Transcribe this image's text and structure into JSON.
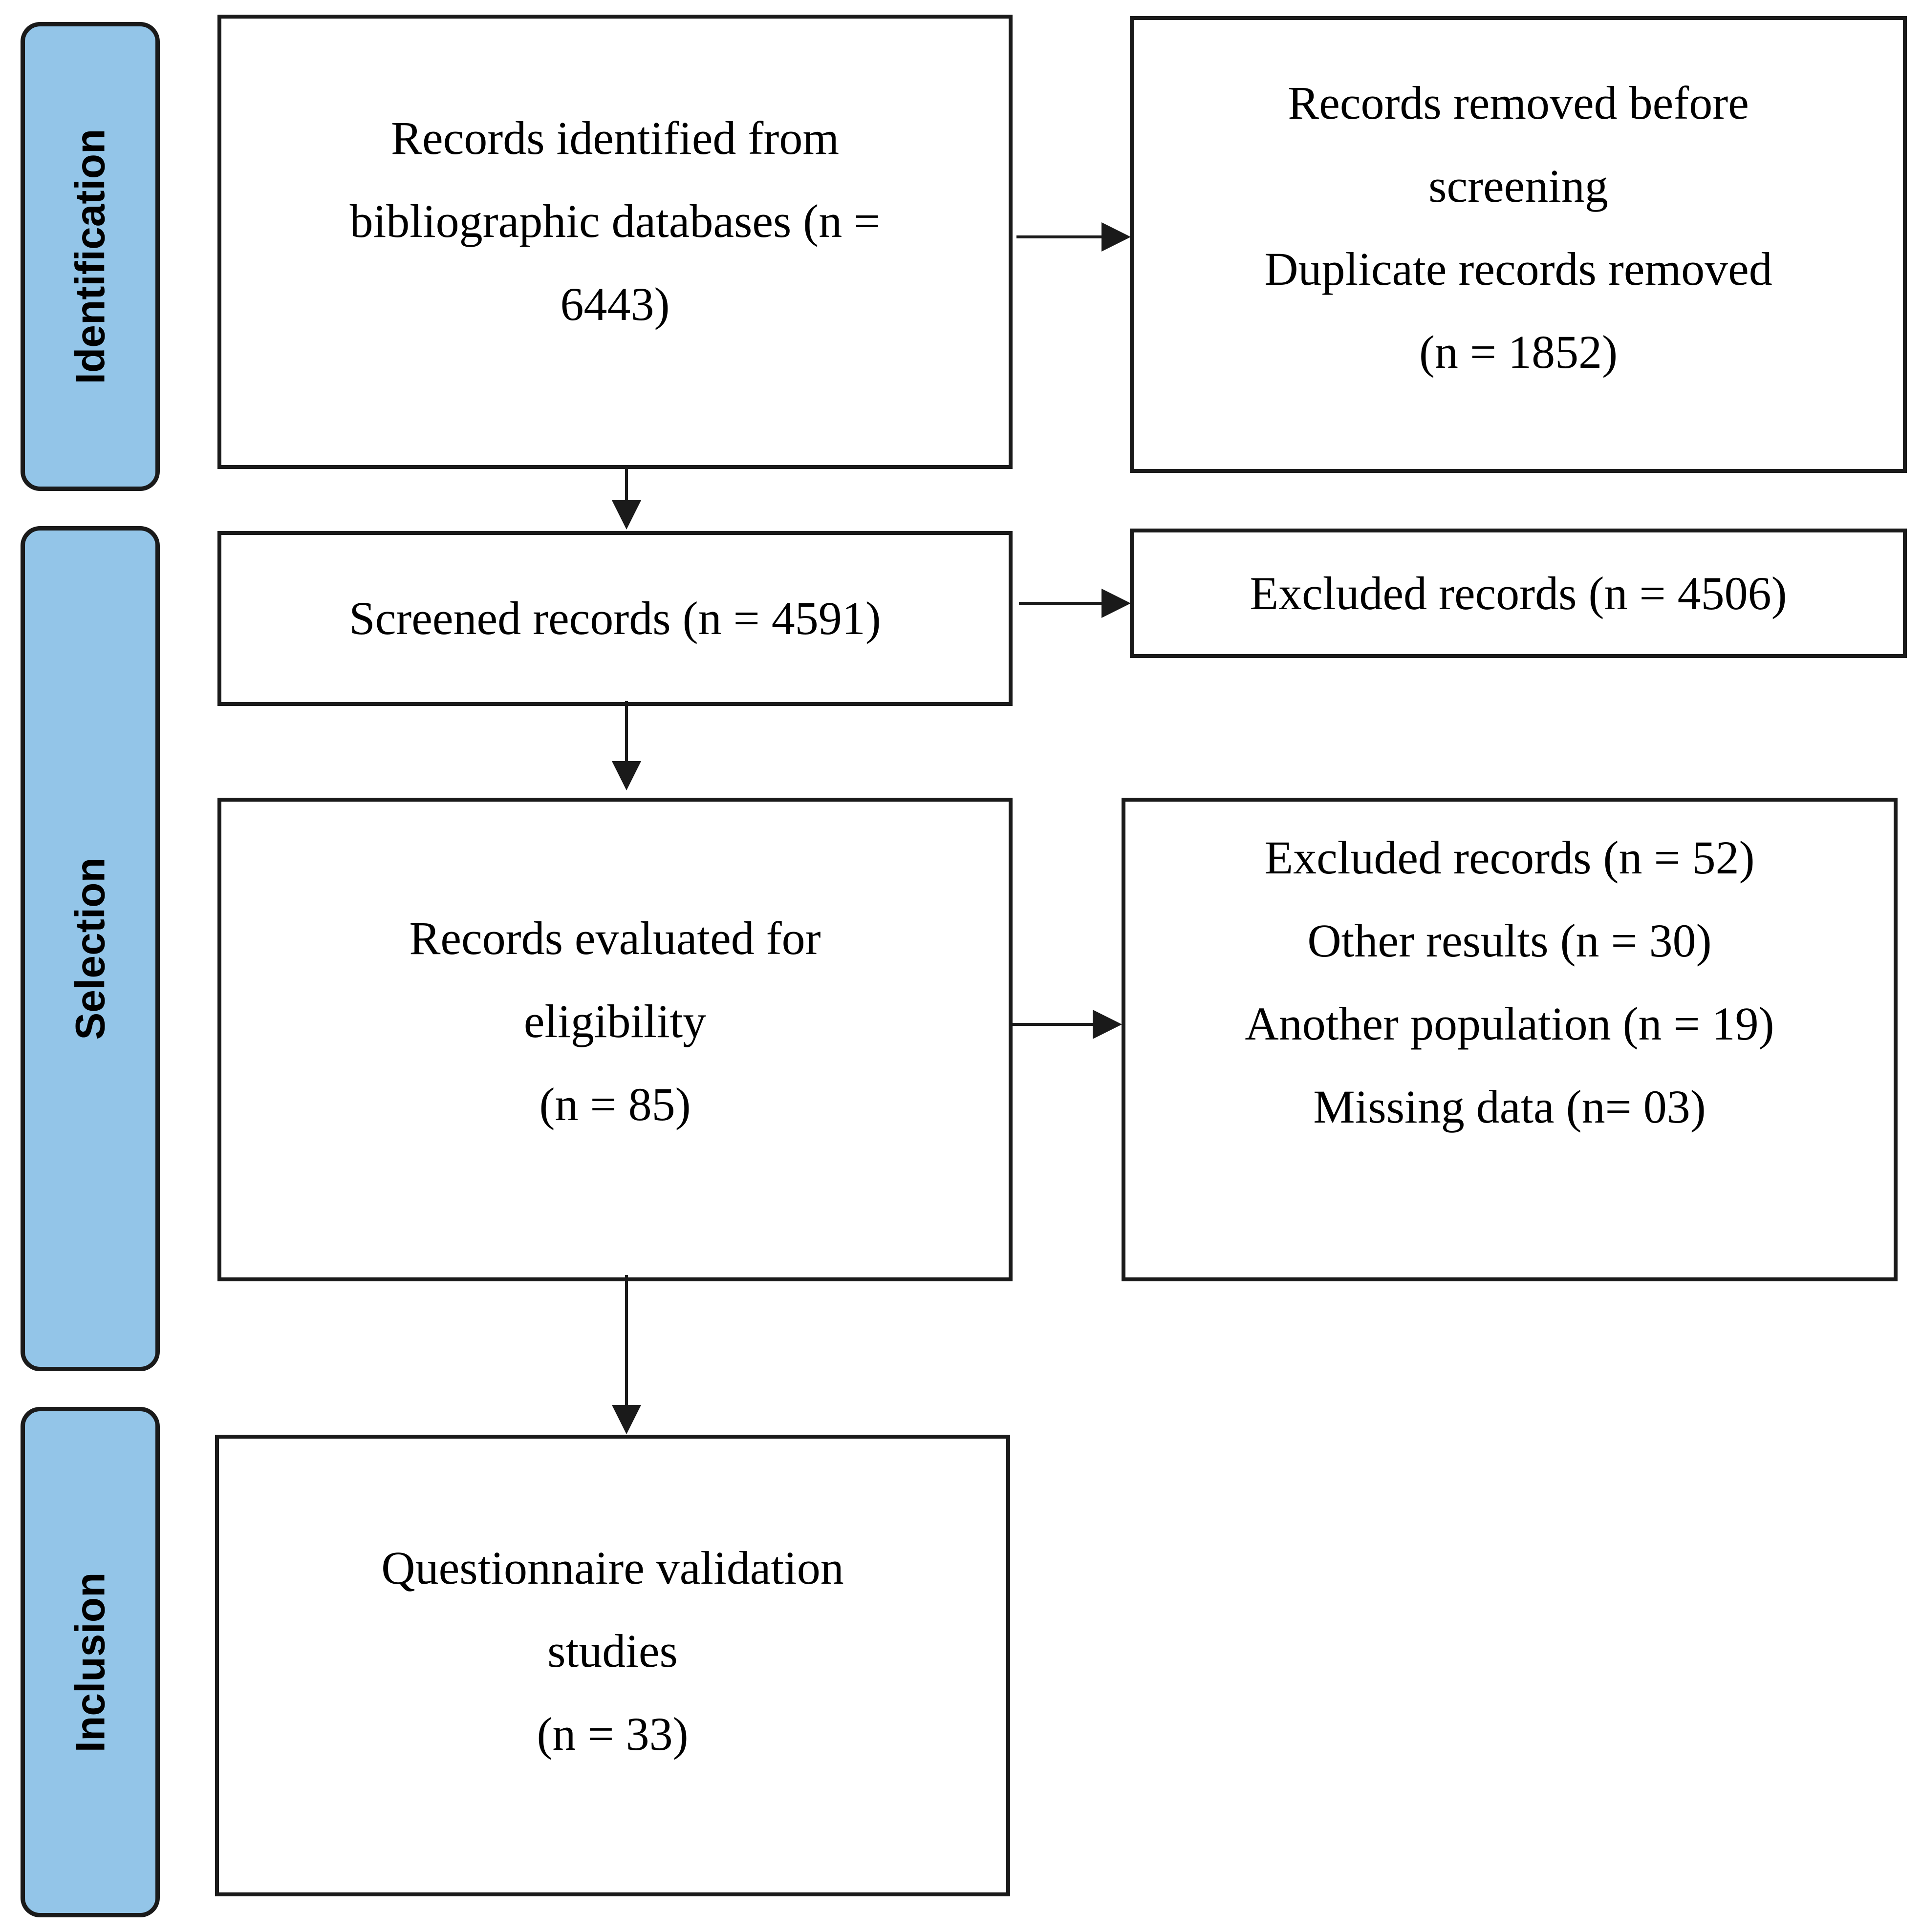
{
  "phases": {
    "identification": "Identification",
    "selection": "Selection",
    "inclusion": "Inclusion"
  },
  "boxes": {
    "identified": [
      "Records identified from",
      "bibliographic  databases (n =",
      "6443)"
    ],
    "removed": [
      "Records removed before",
      "screening",
      "Duplicate records removed",
      "(n = 1852)"
    ],
    "screened": [
      "Screened records (n = 4591)"
    ],
    "excluded_screen": [
      "Excluded  records (n = 4506)"
    ],
    "evaluated": [
      "Records evaluated for",
      "eligibility",
      "(n = 85)"
    ],
    "excluded_eligibility": [
      "Excluded  records (n = 52)",
      "Other results (n = 30)",
      "Another population (n = 19)",
      "Missing data (n= 03)"
    ],
    "included": [
      "Questionnaire validation",
      "studies",
      "(n = 33)"
    ]
  },
  "colors": {
    "phase_fill": "#93c5e8",
    "border": "#1a1a1a"
  }
}
